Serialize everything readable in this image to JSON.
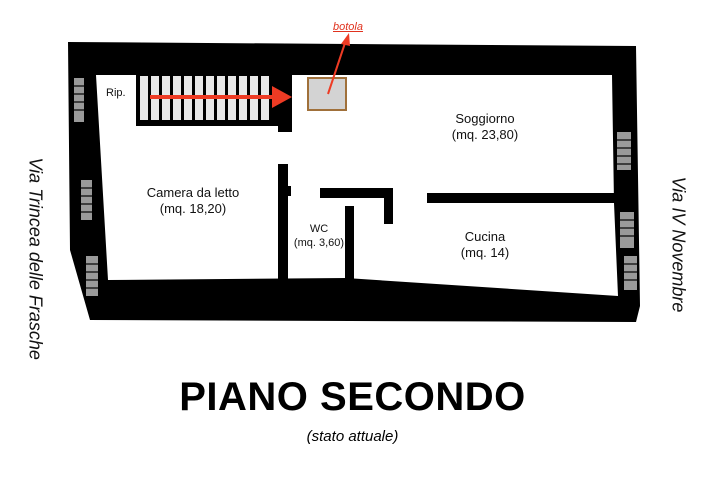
{
  "colors": {
    "wall": "#000000",
    "window": "#9a9a9a",
    "stairs": "#e8e8e8",
    "hatch_fill": "#d3d3d3",
    "hatch_border": "#a0703a",
    "arrow": "#ee3b24"
  },
  "rooms": {
    "soggiorno": {
      "name": "Soggiorno",
      "area": "(mq. 23,80)"
    },
    "camera": {
      "name": "Camera da letto",
      "area": "(mq. 18,20)"
    },
    "wc": {
      "name": "WC",
      "area": "(mq. 3,60)"
    },
    "cucina": {
      "name": "Cucina",
      "area": "(mq. 14)"
    },
    "ripostiglio": {
      "name": "Rip."
    }
  },
  "annotations": {
    "botola": "botola"
  },
  "streets": {
    "left": "Via Trincea delle Frasche",
    "right": "Via IV Novembre"
  },
  "title": "PIANO SECONDO",
  "subtitle": "(stato attuale)"
}
